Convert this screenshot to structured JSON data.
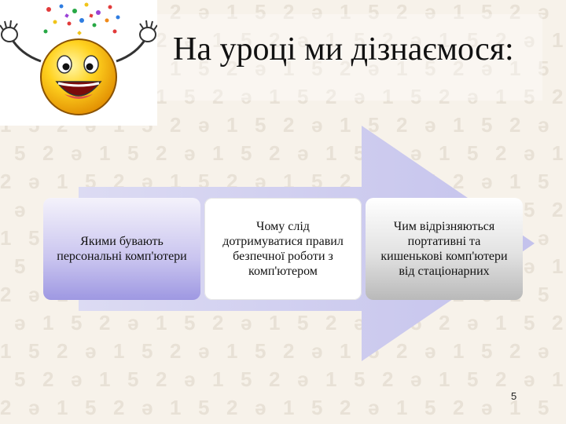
{
  "slide": {
    "title": "На уроці ми дізнаємося:",
    "page_number": "5"
  },
  "cards": [
    {
      "text": "Якими бувають персональні комп'ютери"
    },
    {
      "text": "Чому слід дотримуватися правил безпечної роботи з комп'ютером"
    },
    {
      "text": "Чим відрізняються портативні та кишенькові комп'ютери від стаціонарних"
    }
  ],
  "decoration": {
    "background_glyphs": [
      "1",
      "5",
      "2",
      "ә"
    ],
    "icon": "smiley-face-icon",
    "arrow_color": "#c9c8ee"
  }
}
